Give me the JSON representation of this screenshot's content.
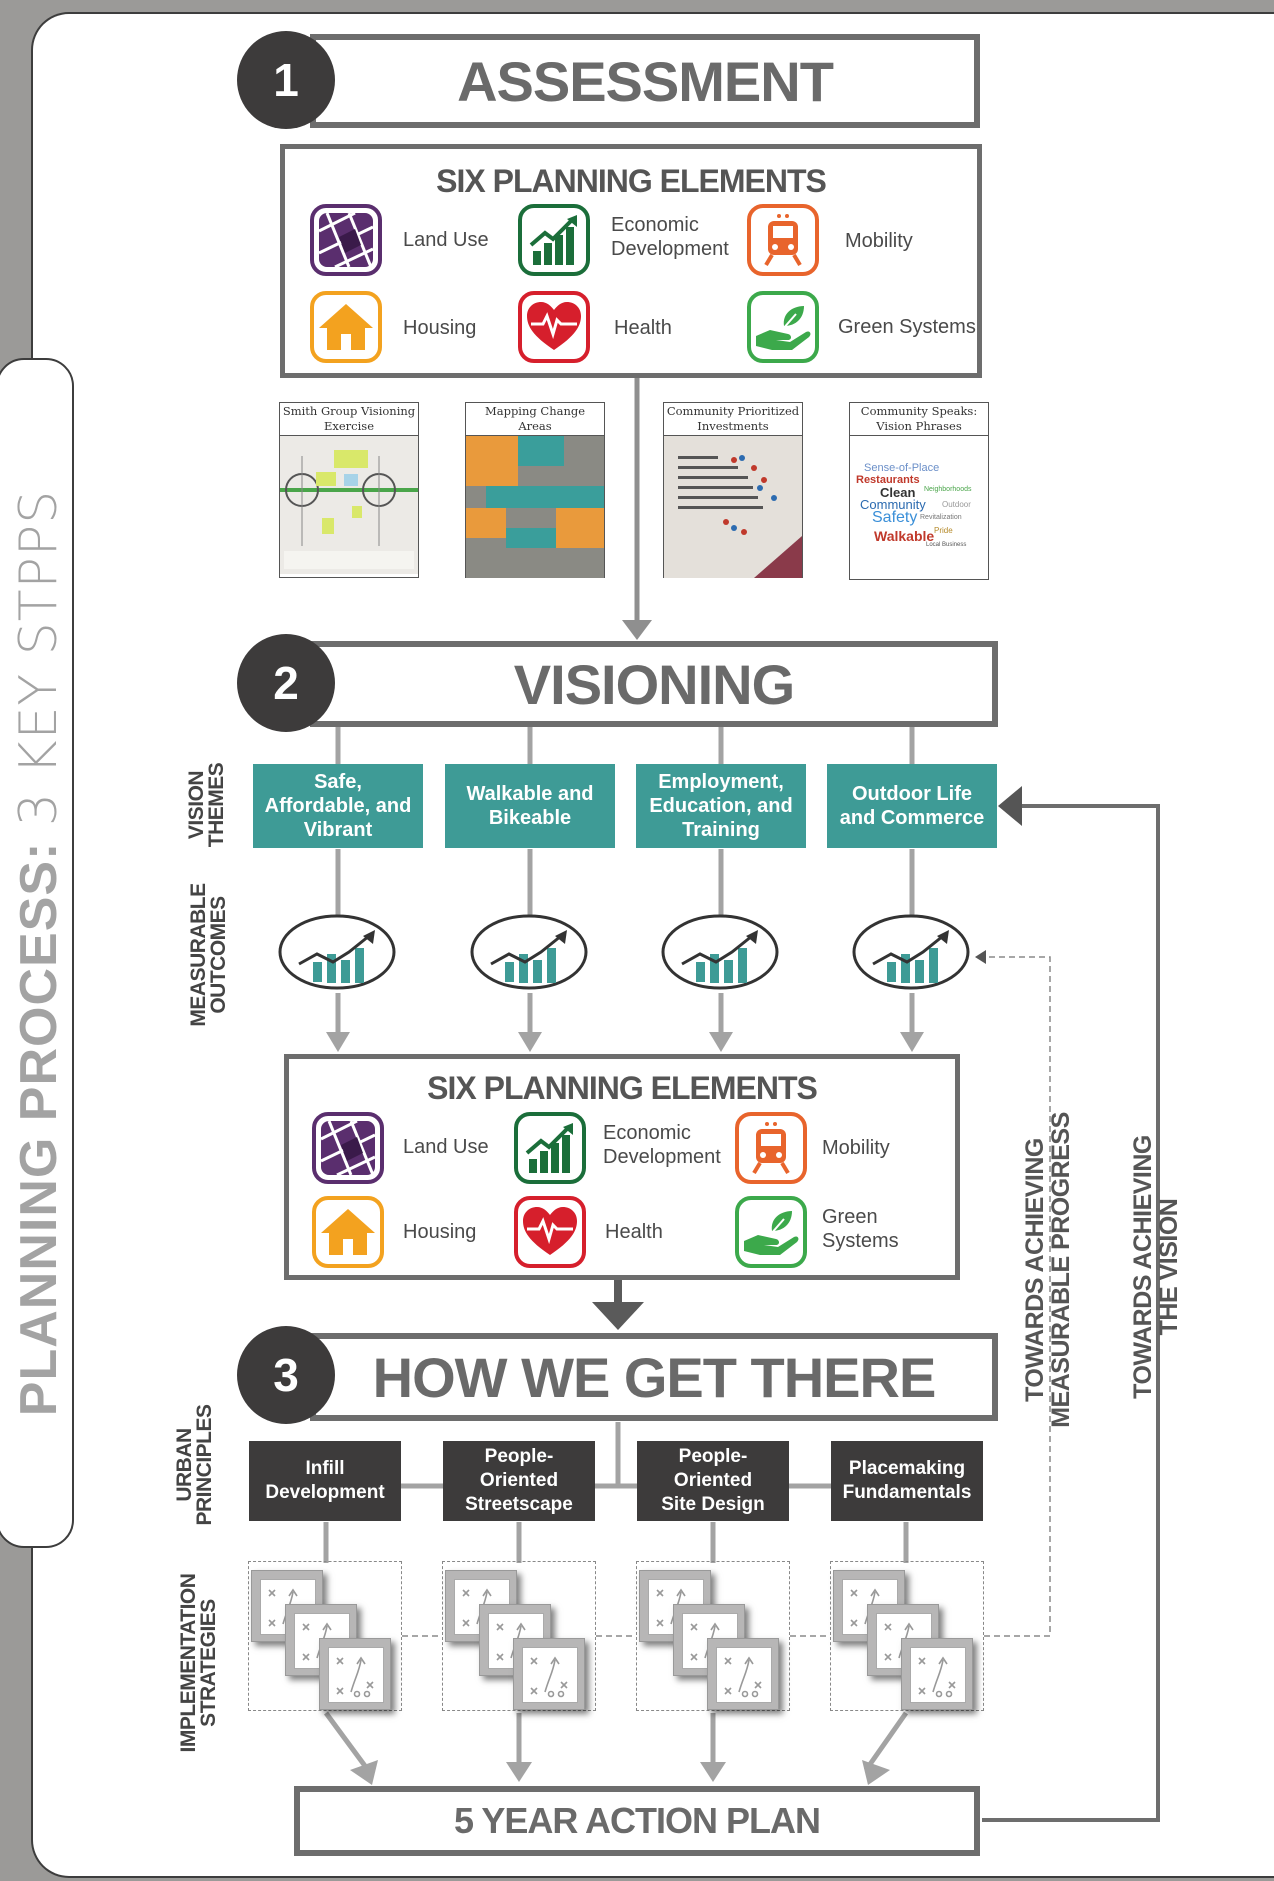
{
  "side_title": {
    "bold": "PLANNING PROCESS:",
    "light": "3 KEY STPPS"
  },
  "step1": {
    "number": "1",
    "title": "ASSESSMENT"
  },
  "step2": {
    "number": "2",
    "title": "VISIONING"
  },
  "step3": {
    "number": "3",
    "title": "HOW WE GET THERE"
  },
  "planning_elements": {
    "title": "SIX PLANNING ELEMENTS",
    "items": [
      {
        "label": "Land Use",
        "icon": "land-use-map-icon",
        "color": "#5a2e6e"
      },
      {
        "label": "Economic Development",
        "line1": "Economic",
        "line2": "Development",
        "icon": "growth-chart-icon",
        "color": "#1b6e3a"
      },
      {
        "label": "Mobility",
        "line1": "Mobility",
        "icon": "train-icon",
        "color": "#e8642c"
      },
      {
        "label": "Housing",
        "icon": "house-icon",
        "color": "#f3a21f"
      },
      {
        "label": "Health",
        "icon": "heart-pulse-icon",
        "color": "#d61f2c"
      },
      {
        "label": "Green Systems",
        "line1": "Green",
        "line2": "Systems",
        "icon": "hand-leaf-icon",
        "color": "#3ca94b"
      }
    ]
  },
  "thumbnails": [
    {
      "caption": "Smith Group Visioning Exercise"
    },
    {
      "caption": "Mapping Change Areas"
    },
    {
      "caption": "Community Prioritized Investments"
    },
    {
      "caption": "Community Speaks: Vision Phrases",
      "words": [
        "Sense-of-Place",
        "Restaurants",
        "Clean",
        "Neighborhoods",
        "Community",
        "Outdoor",
        "Safety",
        "Revitalization",
        "Walkable",
        "Pride",
        "Local Business"
      ]
    }
  ],
  "row_labels": {
    "vision_themes": [
      "VISION",
      "THEMES"
    ],
    "measurable_outcomes": [
      "MEASURABLE",
      "OUTCOMES"
    ],
    "urban_principles": [
      "URBAN",
      "PRINCIPLES"
    ],
    "implementation_strategies": [
      "IMPLEMENTATION",
      "STRATEGIES"
    ]
  },
  "vision_themes": [
    {
      "label": "Safe, Affordable, and Vibrant",
      "lines": [
        "Safe,",
        "Affordable, and",
        "Vibrant"
      ]
    },
    {
      "label": "Walkable and Bikeable",
      "lines": [
        "Walkable and",
        "Bikeable"
      ]
    },
    {
      "label": "Employment, Education, and Training",
      "lines": [
        "Employment,",
        "Education, and",
        "Training"
      ]
    },
    {
      "label": "Outdoor Life and Commerce",
      "lines": [
        "Outdoor Life",
        "and Commerce"
      ]
    }
  ],
  "urban_principles": [
    {
      "label": "Infill Development",
      "lines": [
        "Infill",
        "Development"
      ]
    },
    {
      "label": "People-Oriented Streetscape",
      "lines": [
        "People-",
        "Oriented",
        "Streetscape"
      ]
    },
    {
      "label": "People-Oriented Site Design",
      "lines": [
        "People-",
        "Oriented",
        "Site Design"
      ]
    },
    {
      "label": "Placemaking Fundamentals",
      "lines": [
        "Placemaking",
        "Fundamentals"
      ]
    }
  ],
  "feedback_labels": {
    "measurable": [
      "TOWARDS ACHIEVING",
      "MEASURABLE PROGRESS"
    ],
    "vision": [
      "TOWARDS ACHIEVING",
      "THE VISION"
    ]
  },
  "action_plan": "5 YEAR ACTION PLAN",
  "colors": {
    "teal": "#3e9b96",
    "dark": "#3d3b3b",
    "gray": "#6d6d6d"
  }
}
